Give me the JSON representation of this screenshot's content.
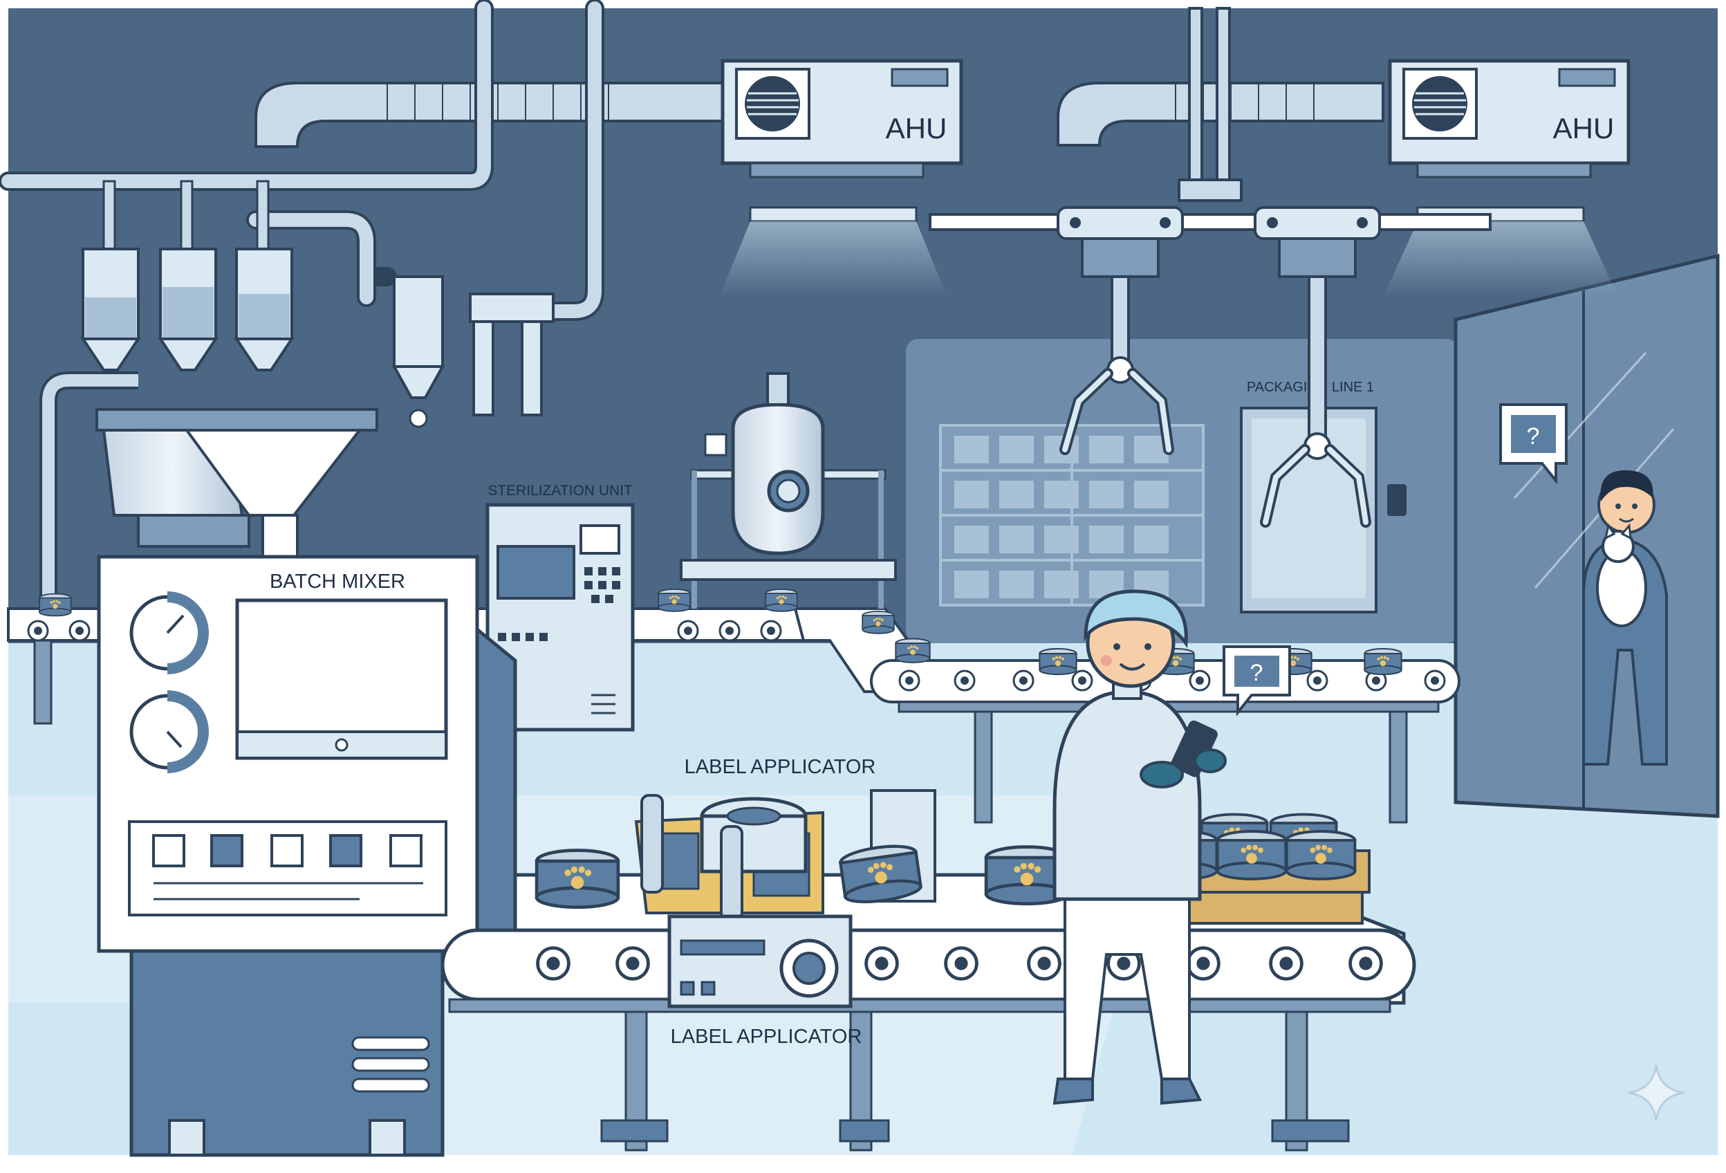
{
  "labels": {
    "ahu_left": "AHU",
    "ahu_right": "AHU",
    "batch_mixer": "BATCH MIXER",
    "sterilization_unit": "STERILIZATION UNIT",
    "packaging_line": "PACKAGING LINE 1",
    "label_applicator_top": "LABEL APPLICATOR",
    "label_applicator_bottom": "LABEL APPLICATOR",
    "question_mark": "?"
  },
  "colors": {
    "wall": "#4b6784",
    "wall_dark": "#3e5873",
    "floor": "#cfe6f3",
    "floor_light": "#e4f1f8",
    "machine": "#dbe9f3",
    "machine_mid": "#b8d0e2",
    "steel": "#6f8da9",
    "outline": "#2e4259",
    "accent_gold": "#e9c46a",
    "can_label": "#5b7fa3",
    "skin": "#f6cfa9",
    "glove": "#2f6f88"
  },
  "icons": {
    "can_icon": "paw-print-icon",
    "help_bubble": "question-bubble-icon",
    "vent": "fan-grille-icon",
    "gauge": "dial-gauge-icon"
  }
}
